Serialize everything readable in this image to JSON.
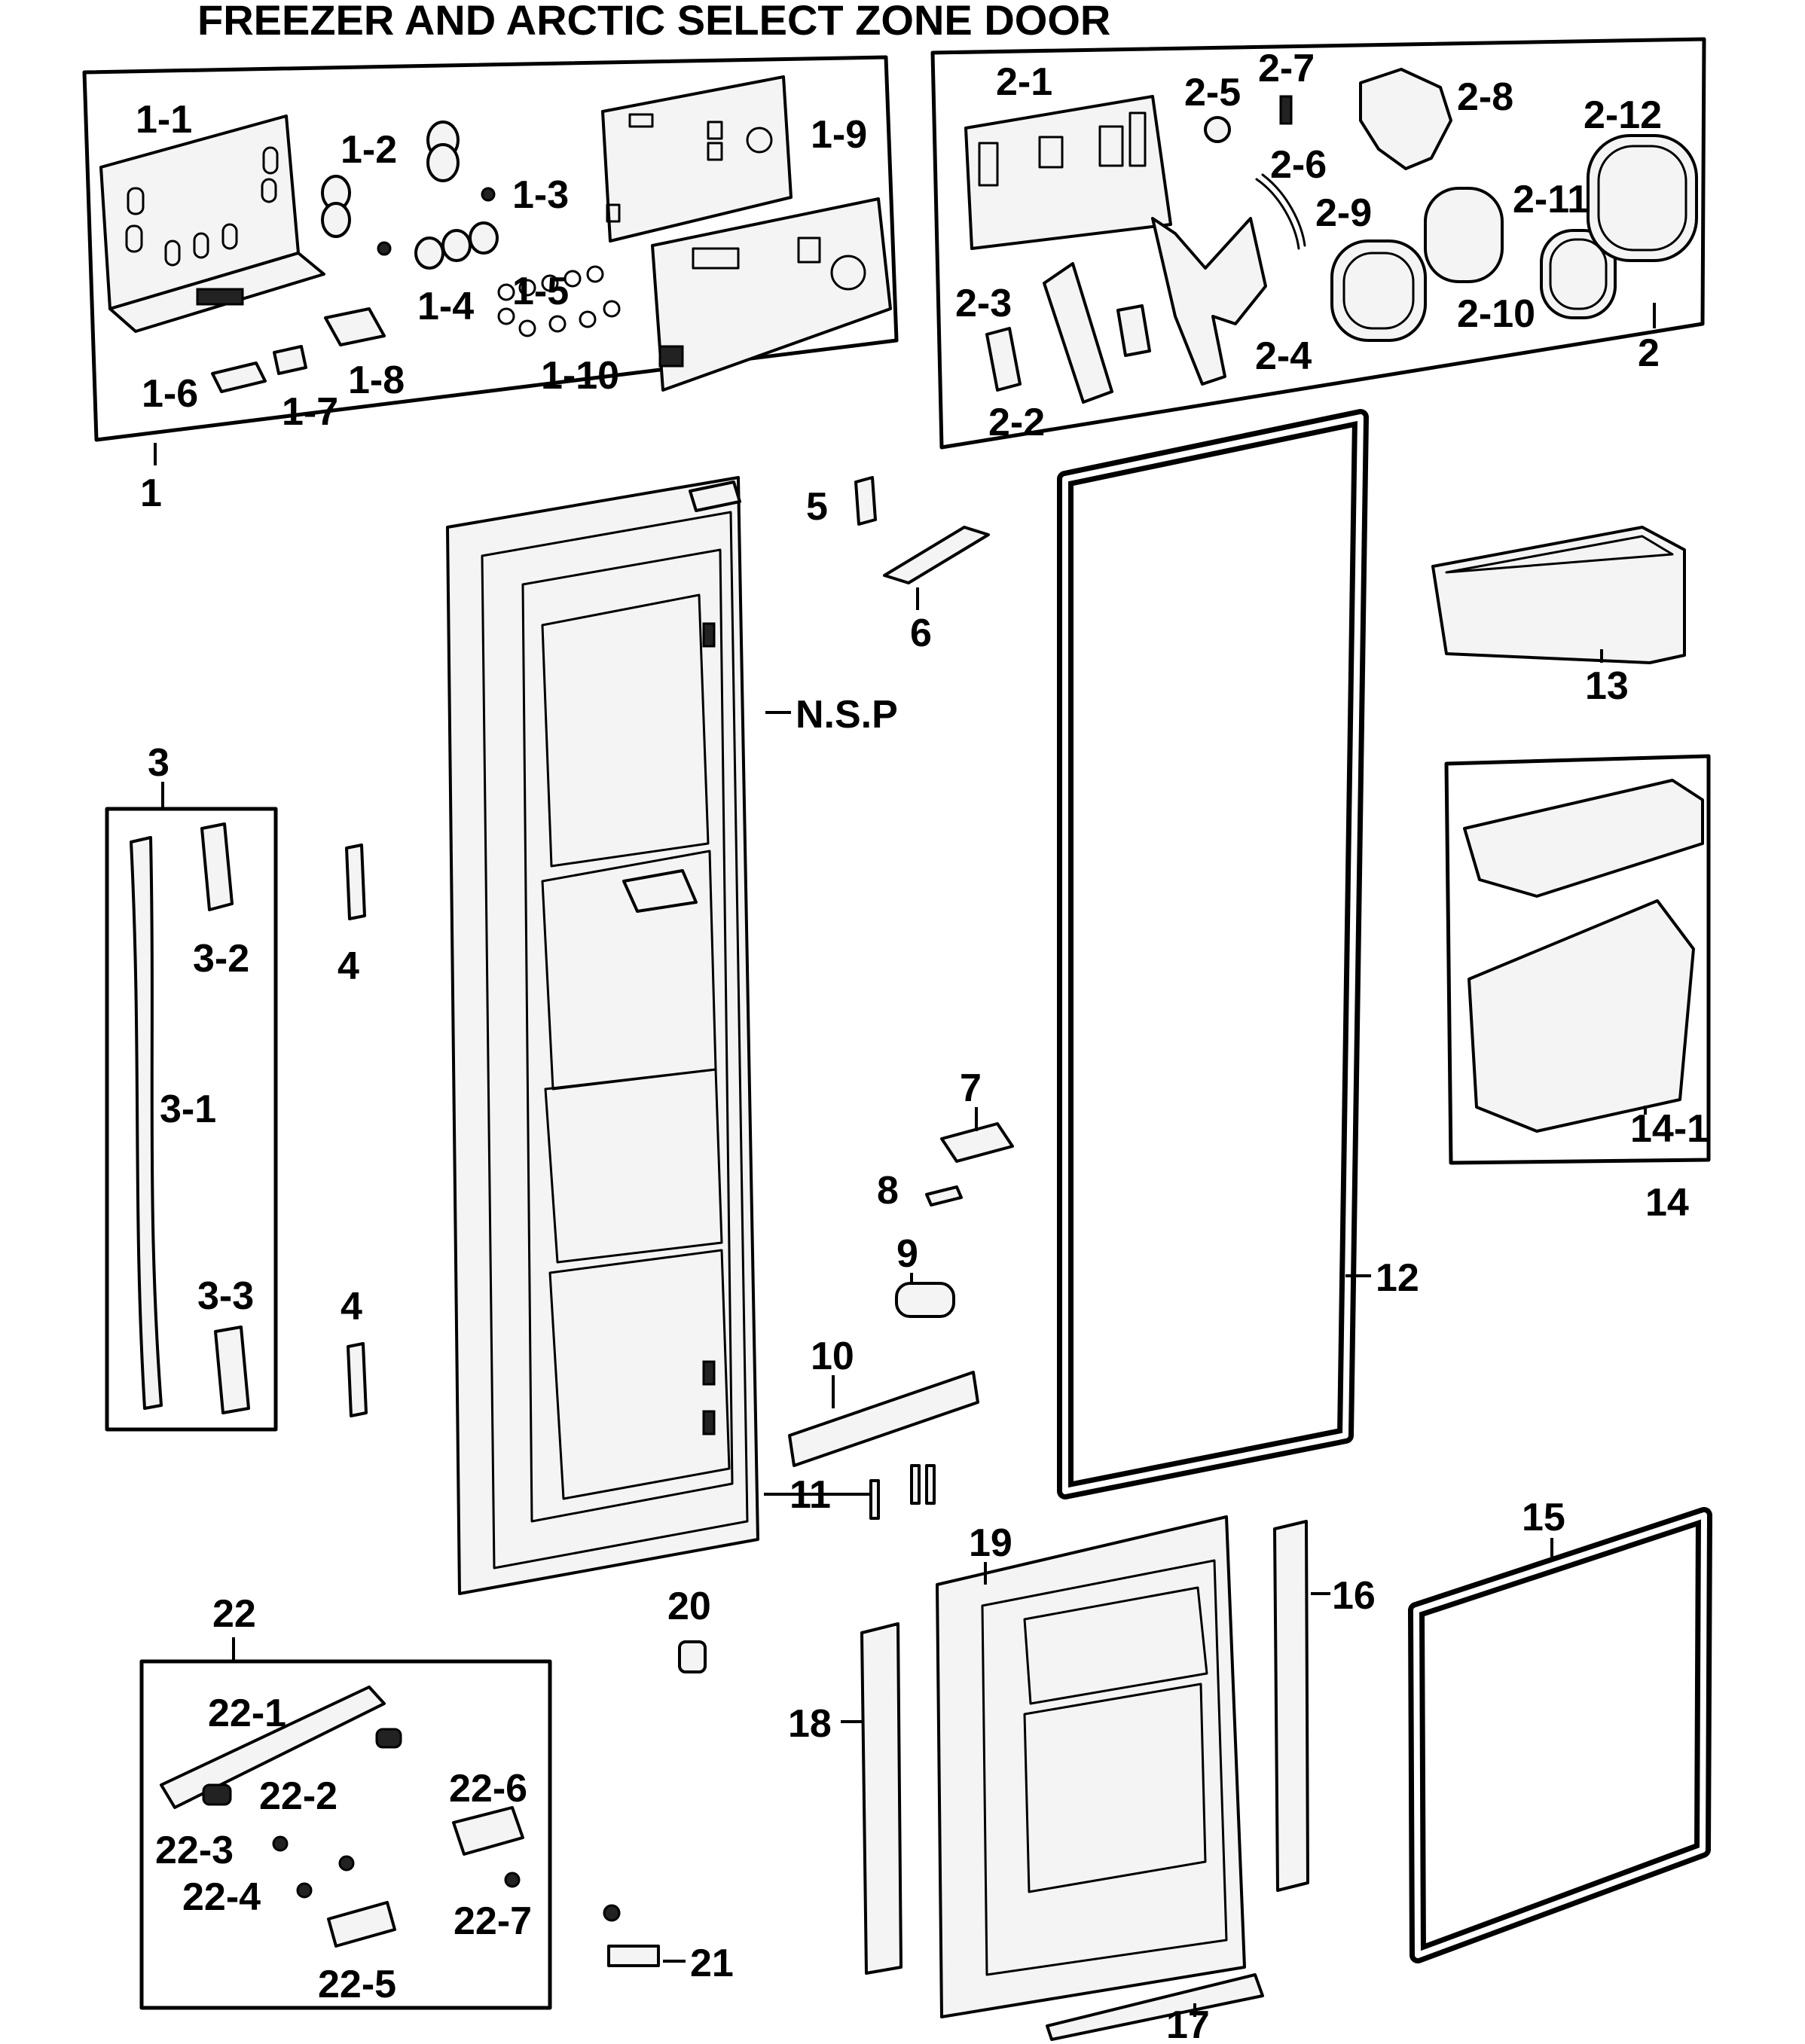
{
  "title": "FREEZER AND ARCTIC SELECT ZONE DOOR",
  "labels": {
    "1": "1",
    "1_1": "1-1",
    "1_2": "1-2",
    "1_3": "1-3",
    "1_4": "1-4",
    "1_5": "1-5",
    "1_6": "1-6",
    "1_7": "1-7",
    "1_8": "1-8",
    "1_9": "1-9",
    "1_10": "1-10",
    "2": "2",
    "2_1": "2-1",
    "2_2": "2-2",
    "2_3": "2-3",
    "2_4": "2-4",
    "2_5": "2-5",
    "2_6": "2-6",
    "2_7": "2-7",
    "2_8": "2-8",
    "2_9": "2-9",
    "2_10": "2-10",
    "2_11": "2-11",
    "2_12": "2-12",
    "3": "3",
    "3_1": "3-1",
    "3_2": "3-2",
    "3_3": "3-3",
    "4a": "4",
    "4b": "4",
    "5": "5",
    "6": "6",
    "7": "7",
    "8": "8",
    "9": "9",
    "10": "10",
    "11": "11",
    "12": "12",
    "13": "13",
    "14": "14",
    "14_1": "14-1",
    "15": "15",
    "16": "16",
    "17": "17",
    "18": "18",
    "19": "19",
    "20": "20",
    "21": "21",
    "22": "22",
    "22_1": "22-1",
    "22_2": "22-2",
    "22_3": "22-3",
    "22_4": "22-4",
    "22_5": "22-5",
    "22_6": "22-6",
    "22_7": "22-7",
    "nsp": "N.S.P"
  }
}
